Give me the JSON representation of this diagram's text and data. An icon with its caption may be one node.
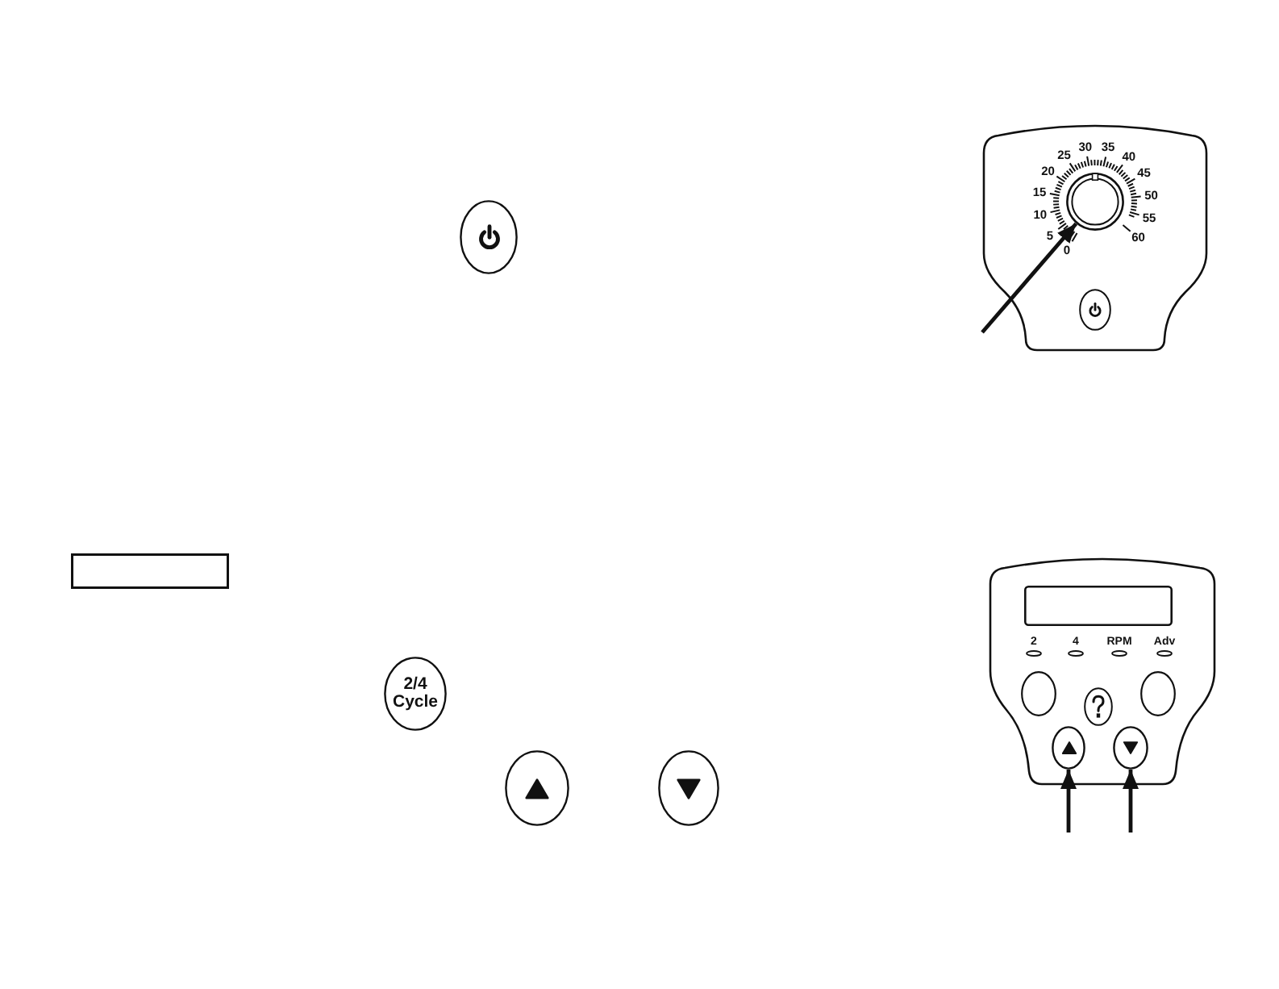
{
  "diagram": {
    "nodes": [
      {
        "text": [],
        "shape": "ellipse"
      },
      {
        "text": [],
        "shape": "picture"
      },
      {
        "text": [],
        "shape": "circle",
        "in": 1
      },
      {
        "text": [],
        "shape": "box"
      },
      {
        "text": [
          "2/4 Cycle"
        ]
      },
      {
        "text": [],
        "shape": "ellipse"
      },
      {
        "text": [],
        "shape": "ellipse"
      },
      {
        "text": [],
        "shape": "picture"
      },
      {
        "text": [],
        "shape": "box",
        "in": 7
      },
      {
        "text": [],
        "shape": "ellipse",
        "in": 7
      },
      {
        "text": [],
        "shape": "ellipse",
        "in": 7
      }
    ],
    "edges": [
      {
        "from": null,
        "to": 2,
        "arrow": "to"
      },
      {
        "from": null,
        "to": 9,
        "arrow": "to"
      },
      {
        "from": null,
        "to": 10,
        "arrow": "to"
      }
    ],
    "labels": [
      "0",
      "5",
      "10",
      "15",
      "20",
      "25",
      "30",
      "35",
      "40",
      "45",
      "50",
      "55",
      "60",
      "2",
      "4",
      "RPM",
      "Adv"
    ]
  }
}
